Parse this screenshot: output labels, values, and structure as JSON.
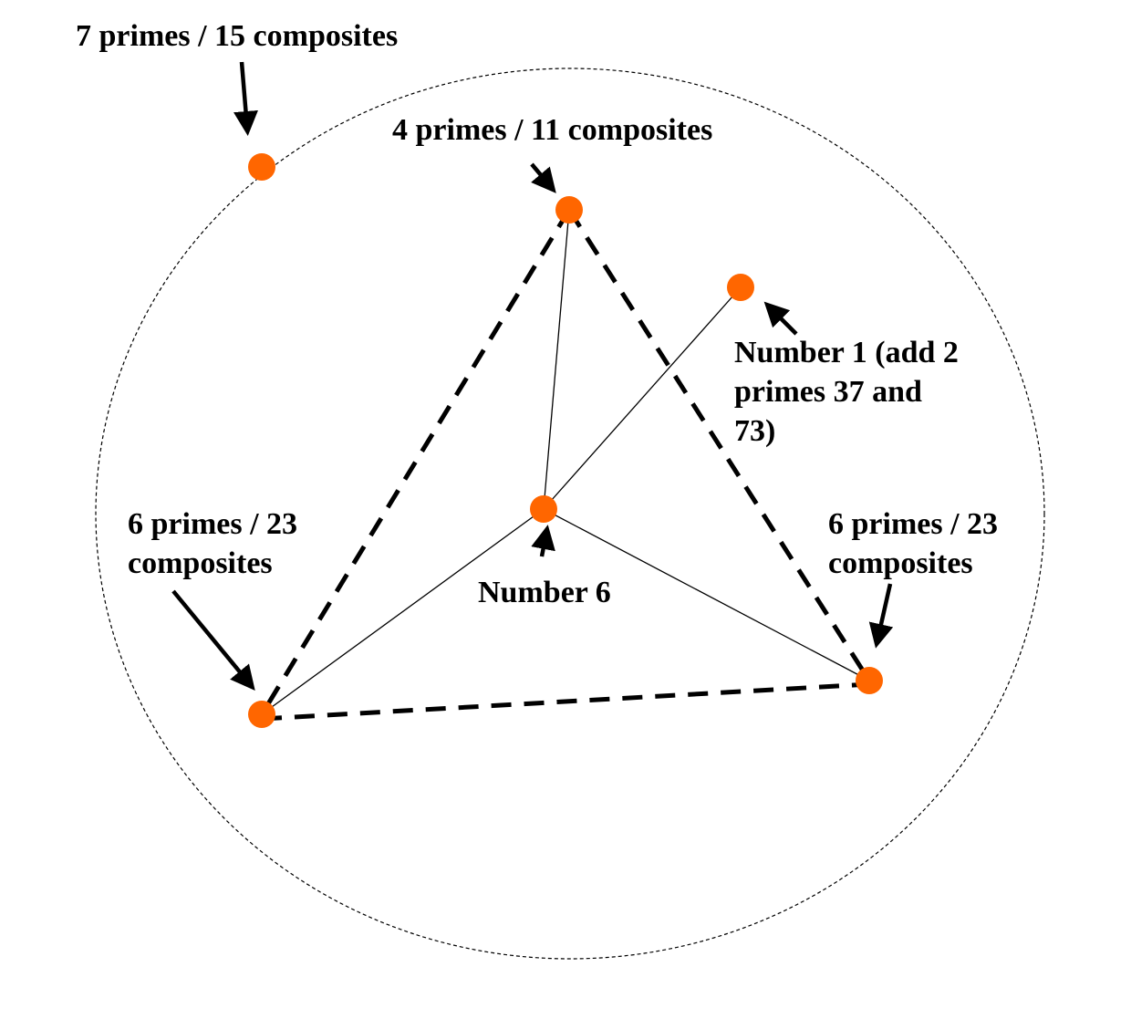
{
  "labels": {
    "outer": "7 primes / 15 composites",
    "top": "4 primes / 11 composites",
    "number1": "Number 1 (add 2\nprimes 37 and\n73)",
    "left": "6 primes / 23\ncomposites",
    "right": "6 primes / 23\ncomposites",
    "center": "Number 6"
  },
  "colors": {
    "node": "#ff6600",
    "line": "#000000"
  }
}
